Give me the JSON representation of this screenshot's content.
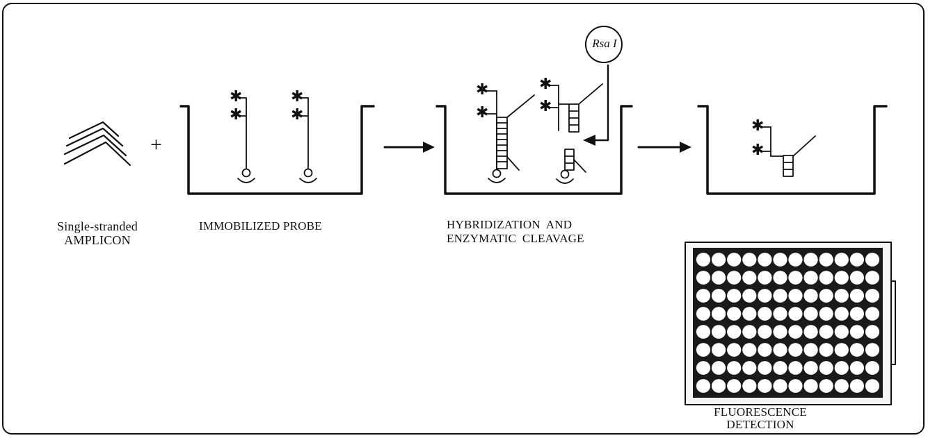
{
  "labels": {
    "amplicon_line1": "Single-stranded",
    "amplicon_line2": "AMPLICON",
    "probe": "IMMOBILIZED PROBE",
    "hybrid_line1": "HYBRIDIZATION  AND",
    "hybrid_line2": "ENZYMATIC  CLEAVAGE",
    "enzyme": "Rsa I",
    "detect_line1": "FLUORESCENCE",
    "detect_line2": "DETECTION"
  },
  "symbols": {
    "plus": "+",
    "fluor_marker": "✱"
  },
  "plate": {
    "rows": 8,
    "columns": 12
  }
}
